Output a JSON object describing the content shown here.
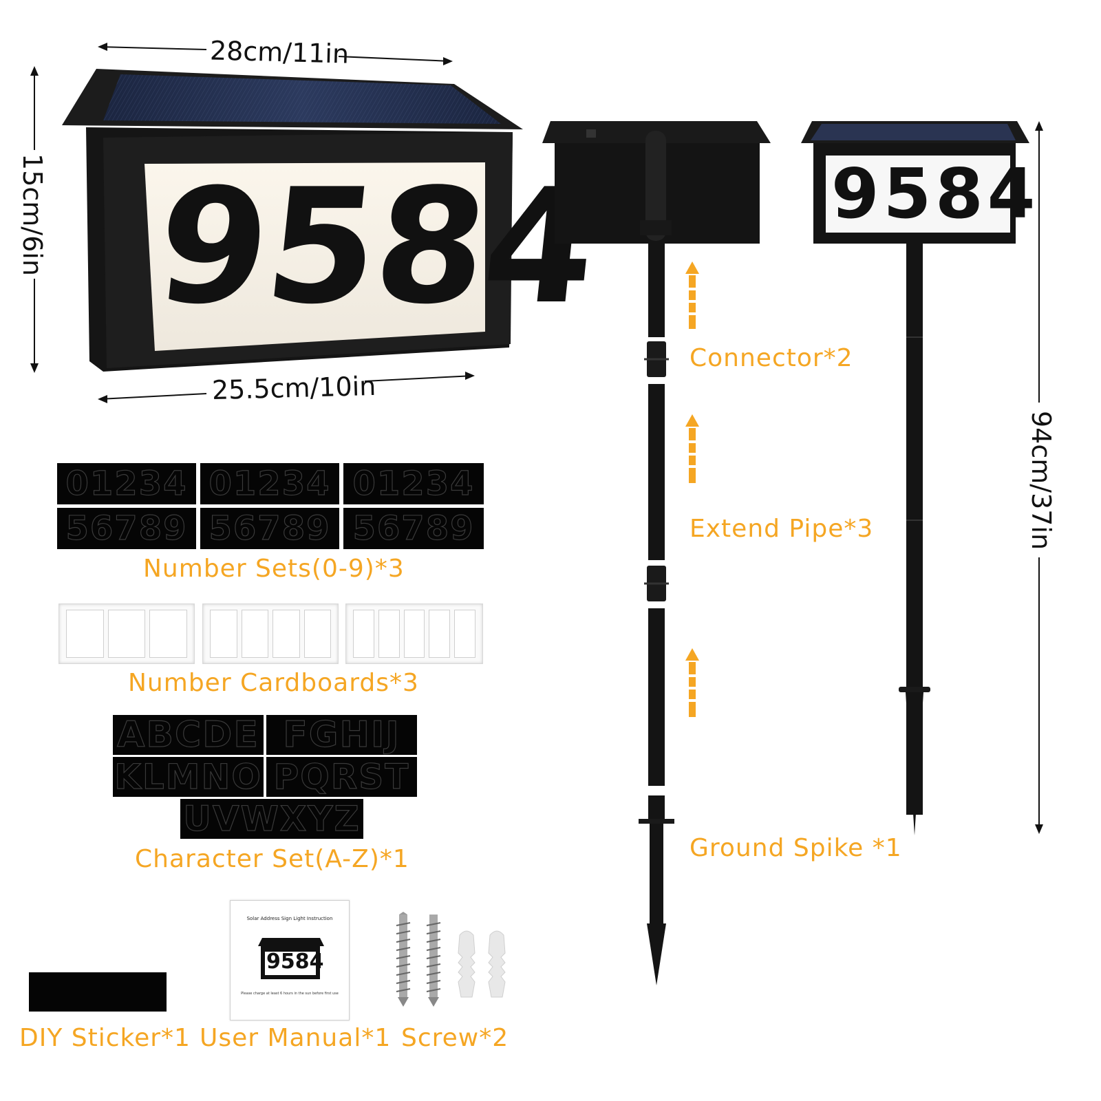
{
  "main_sign": {
    "number": "9584",
    "width_top": "28cm/11in",
    "width_bottom": "25.5cm/10in",
    "height": "15cm/6in"
  },
  "number_sets": {
    "row1": "01234",
    "row2": "56789",
    "label": "Number Sets(0-9)*3"
  },
  "number_cardboards": {
    "label": "Number Cardboards*3"
  },
  "character_set": {
    "row1a": "ABCDE",
    "row1b": "FGHIJ",
    "row2a": "KLMNO",
    "row2b": "PQRST",
    "row3": "UVWXYZ",
    "label": "Character Set(A-Z)*1"
  },
  "diy_sticker": {
    "label": "DIY Sticker*1"
  },
  "user_manual": {
    "title": "Solar Address Sign Light Instruction",
    "number": "9584",
    "note": "Please charge at least 6 hours in the sun before first use",
    "label": "User Manual*1"
  },
  "screw": {
    "label": "Screw*2"
  },
  "parts": {
    "connector": "Connector*2",
    "extend_pipe": "Extend Pipe*3",
    "ground_spike": "Ground Spike *1"
  },
  "assembled": {
    "number": "9584",
    "height": "94cm/37in"
  },
  "colors": {
    "accent": "#f5a623",
    "sign_body": "#1a1a1a"
  }
}
